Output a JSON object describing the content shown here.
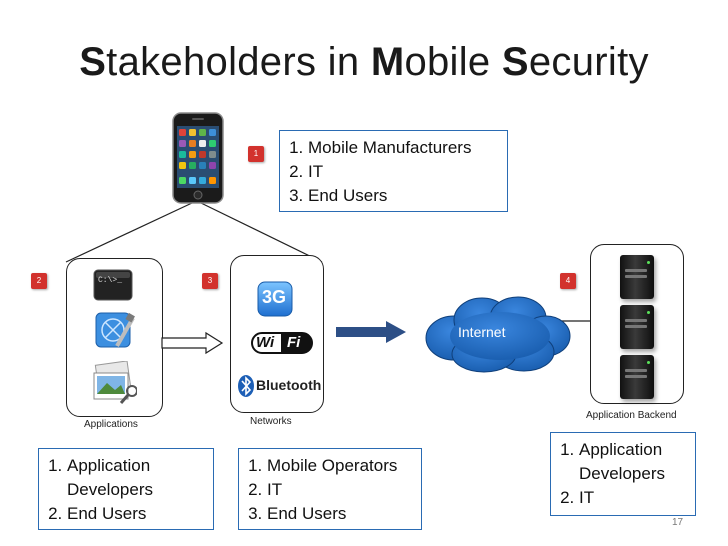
{
  "title": {
    "s1": "S",
    "p1": "takeholders in ",
    "s2": "M",
    "p2": "obile ",
    "s3": "S",
    "p3": "ecurity"
  },
  "badges": [
    "1",
    "2",
    "3",
    "4"
  ],
  "top_box": {
    "items": [
      "Mobile Manufacturers",
      "IT",
      "End Users"
    ]
  },
  "left_box": {
    "items": [
      "Application Developers",
      "End Users"
    ]
  },
  "mid_box": {
    "items": [
      "Mobile Operators",
      "IT",
      "End Users"
    ]
  },
  "right_box": {
    "items": [
      "Application Developers",
      "IT"
    ]
  },
  "captions": {
    "applications": "Applications",
    "networks": "Networks",
    "backend": "Application Backend"
  },
  "cloud_label": "Internet",
  "network_logos": {
    "three_g": "3G",
    "wifi_wi": "Wi",
    "wifi_fi": "Fi",
    "bluetooth": "Bluetooth"
  },
  "terminal_text": "C:\\>_",
  "page_number": "17",
  "colors": {
    "badge": "#d2322d",
    "box_border": "#2a6bb3",
    "cloud": "#1b63b8",
    "arrow": "#2d4f86"
  },
  "icons": [
    "iphone-icon",
    "terminal-icon",
    "xcode-icon",
    "preview-icon",
    "3g-icon",
    "wifi-icon",
    "bluetooth-icon",
    "server-icon"
  ]
}
